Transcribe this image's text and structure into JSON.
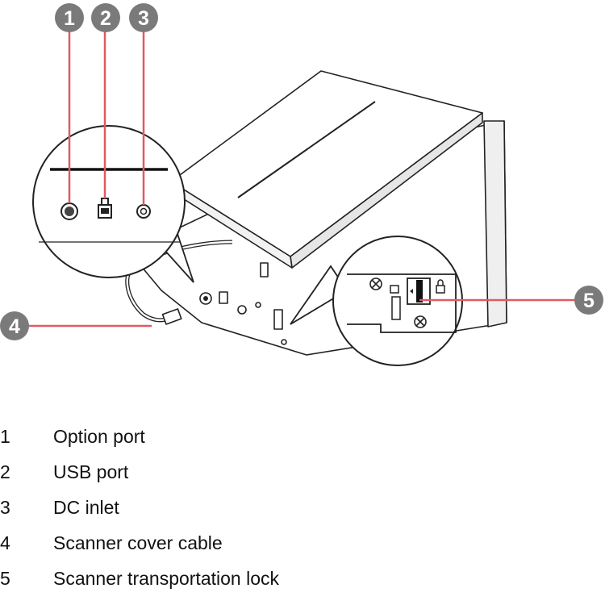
{
  "colors": {
    "callout_circle": "#7a7a7a",
    "leader_line": "#e05a63",
    "line_art": "#222222"
  },
  "callouts": [
    {
      "number": "1"
    },
    {
      "number": "2"
    },
    {
      "number": "3"
    },
    {
      "number": "4"
    },
    {
      "number": "5"
    }
  ],
  "legend": [
    {
      "number": "1",
      "label": "Option port"
    },
    {
      "number": "2",
      "label": "USB port"
    },
    {
      "number": "3",
      "label": "DC inlet"
    },
    {
      "number": "4",
      "label": "Scanner cover cable"
    },
    {
      "number": "5",
      "label": "Scanner transportation lock"
    }
  ]
}
